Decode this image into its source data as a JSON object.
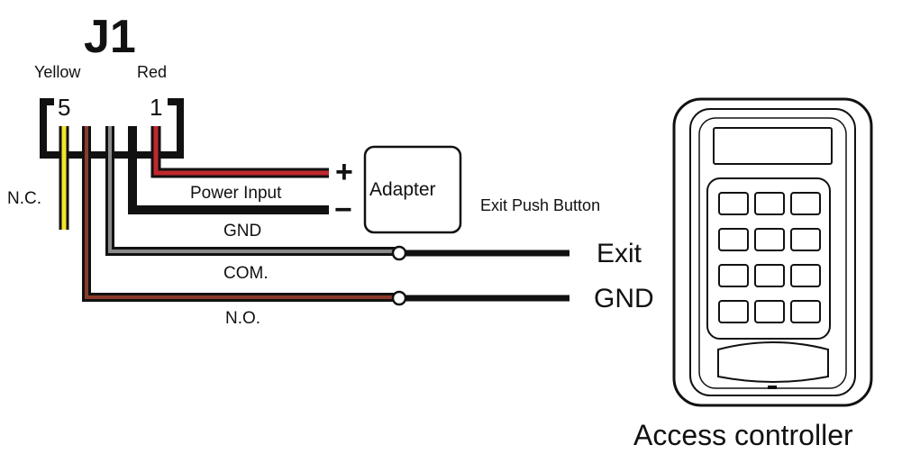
{
  "connector": {
    "title": "J1",
    "left_color_label": "Yellow",
    "right_color_label": "Red",
    "pin_left": "5",
    "pin_right": "1"
  },
  "wires": {
    "nc_label": "N.C.",
    "power_label": "Power Input",
    "gnd_label": "GND",
    "com_label": "COM.",
    "no_label": "N.O."
  },
  "adapter": {
    "label": "Adapter",
    "plus": "+",
    "minus": "−"
  },
  "exit_button": {
    "label": "Exit Push Button",
    "exit_terminal": "Exit",
    "gnd_terminal": "GND"
  },
  "controller": {
    "label": "Access controller"
  },
  "colors": {
    "red_wire": "#c0282d",
    "yellow_wire": "#f2e52a",
    "brown_wire": "#8b3a2a",
    "gray_wire": "#8a8a8a",
    "black_wire": "#111111"
  }
}
